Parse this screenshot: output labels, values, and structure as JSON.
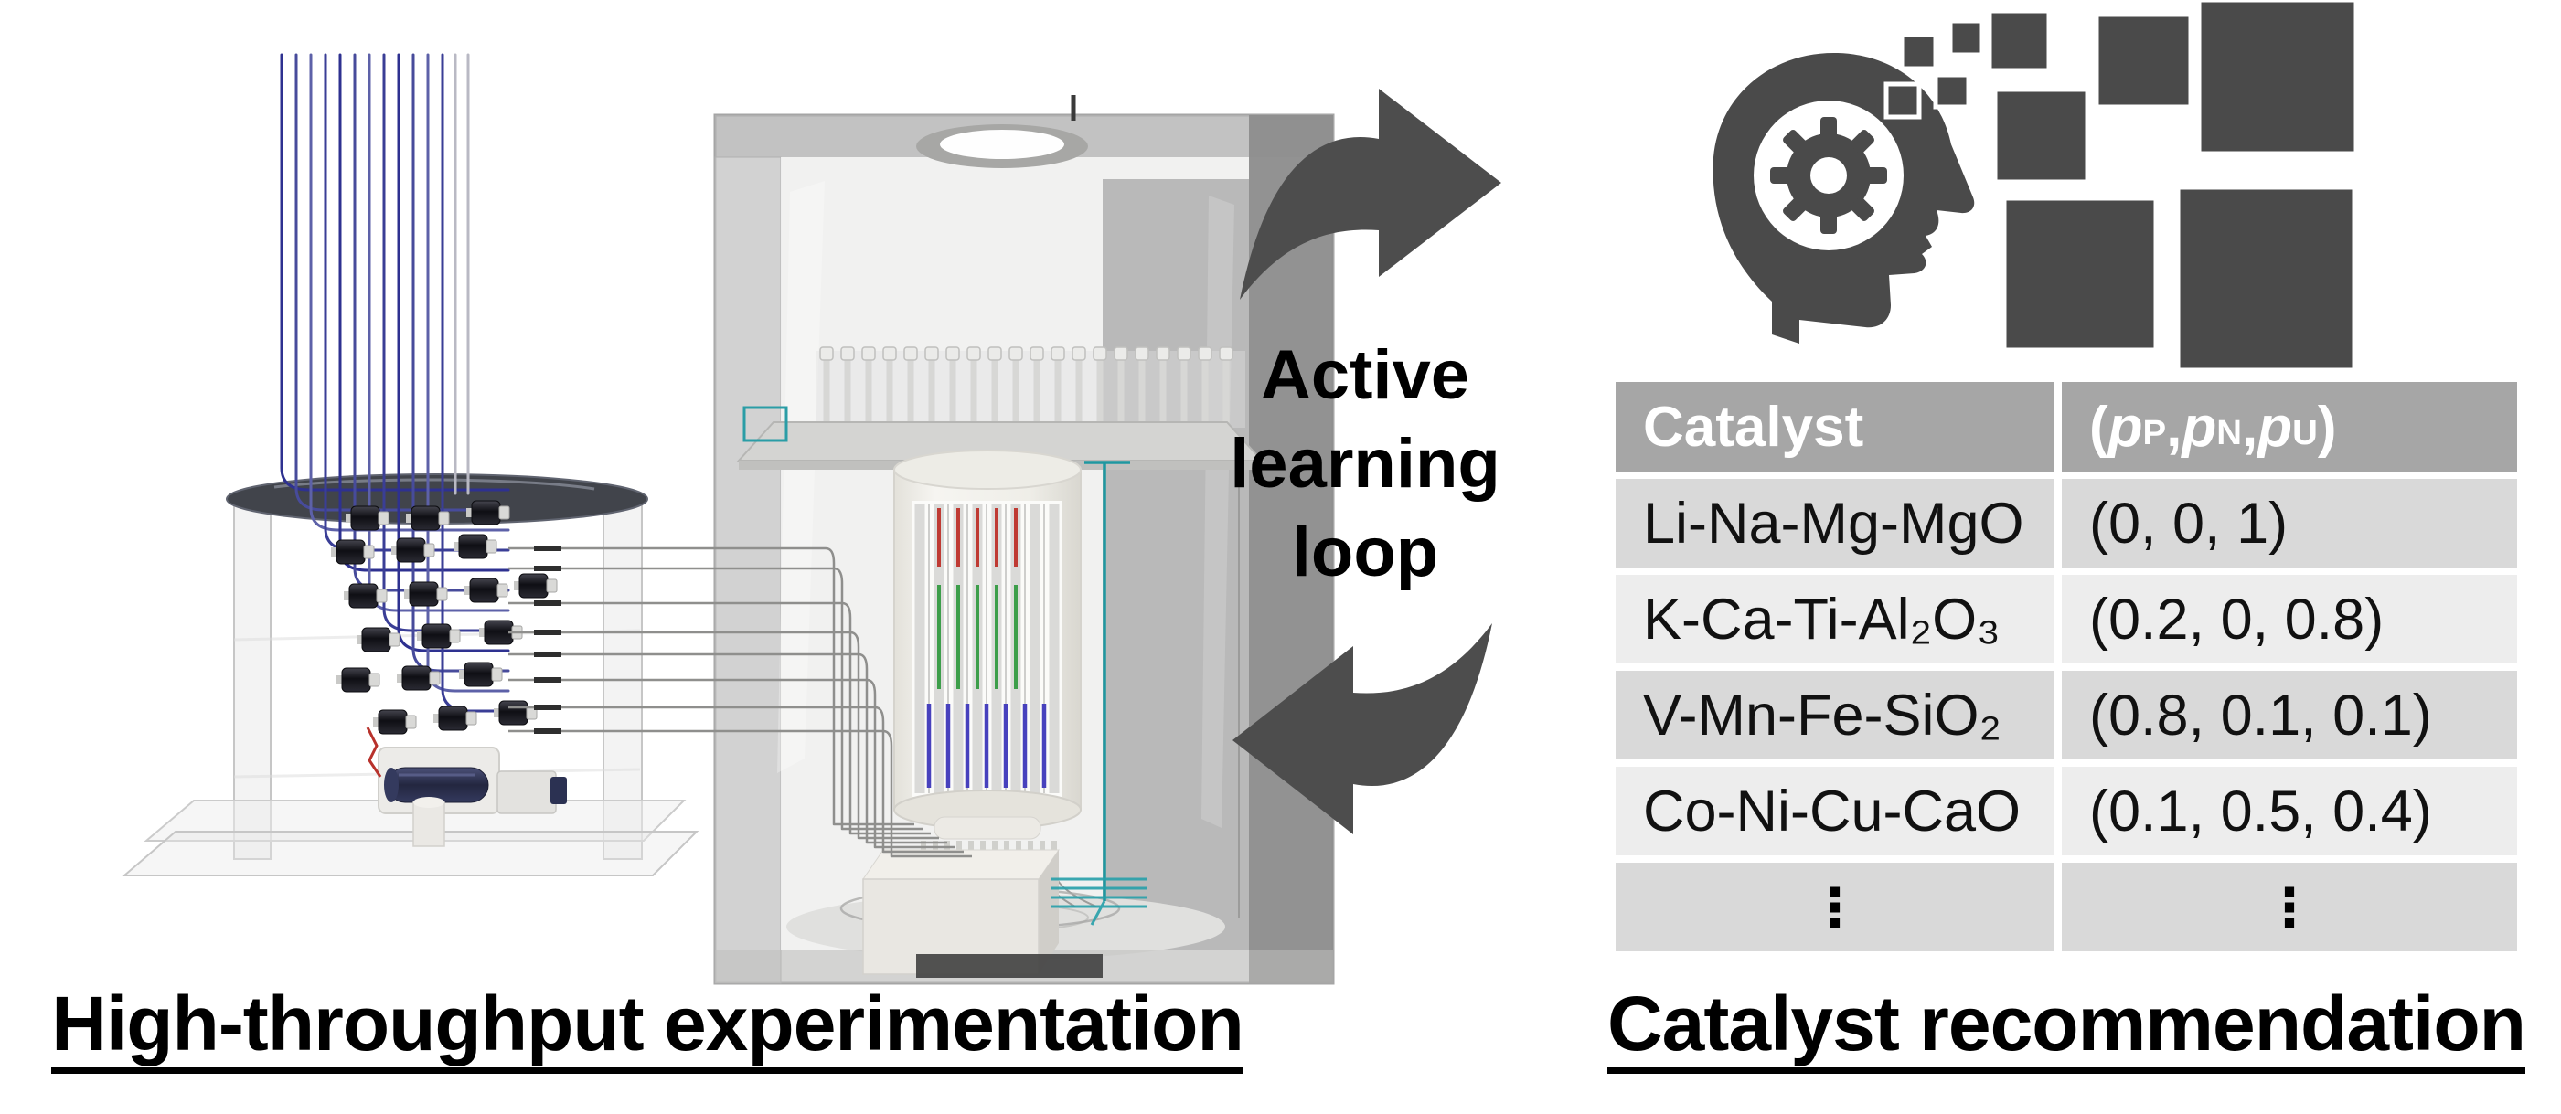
{
  "figure": {
    "left_caption": "High-throughput experimentation",
    "right_caption": "Catalyst recommendation"
  },
  "loop": {
    "line1": "Active",
    "line2": "learning",
    "line3": "loop",
    "arrow_color": "#4d4d4d"
  },
  "ai_icon": {
    "name": "machine-learning-head-gear-icon",
    "color": "#4a4a4a"
  },
  "table": {
    "header": {
      "catalyst": "Catalyst",
      "probabilities_html": "(<i>p</i><sub>P</sub>, <i>p</i><sub>N</sub>, <i>p</i><sub>U</sub>)",
      "bg_color": "#a6a6a6",
      "text_color": "#ffffff"
    },
    "rows": [
      {
        "catalyst": "Li-Na-Mg-MgO",
        "probabilities": "(0, 0, 1)"
      },
      {
        "catalyst": "K-Ca-Ti-Al₂O₃",
        "probabilities": "(0.2, 0, 0.8)"
      },
      {
        "catalyst": "V-Mn-Fe-SiO₂",
        "probabilities": "(0.8, 0.1, 0.1)"
      },
      {
        "catalyst": "Co-Ni-Cu-CaO",
        "probabilities": "(0.1, 0.5, 0.4)"
      },
      {
        "catalyst": "⋮",
        "probabilities": "⋮"
      }
    ],
    "row_colors": [
      "#d9d9d9",
      "#ededed"
    ]
  },
  "apparatus": {
    "name": "high-throughput-experimentation-3d-render",
    "colors": {
      "tube_blue": "#2e3190",
      "stripe_red": "#bf3a33",
      "stripe_green": "#3d9e4a",
      "stripe_blue": "#4741bd",
      "teal_line": "#1f97a0",
      "cabinet_gray": "#8d8d8d"
    }
  }
}
